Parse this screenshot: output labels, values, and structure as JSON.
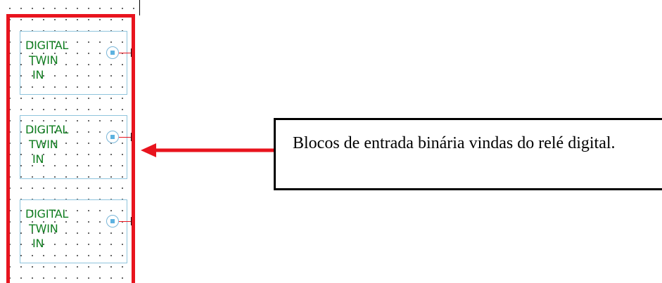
{
  "blocks": [
    {
      "line1": "DIGITAL",
      "line2": "TWIN",
      "line3": "IN"
    },
    {
      "line1": "DIGITAL",
      "line2": "TWIN",
      "line3": "IN"
    },
    {
      "line1": "DIGITAL",
      "line2": "TWIN",
      "line3": "IN"
    }
  ],
  "callout": {
    "text": "Blocos de entrada binária vindas do relé digital."
  },
  "colors": {
    "highlight": "#e8141e",
    "block_text": "#0f7d1f",
    "block_border": "#8fc4dd",
    "port": "#5db2e0"
  }
}
